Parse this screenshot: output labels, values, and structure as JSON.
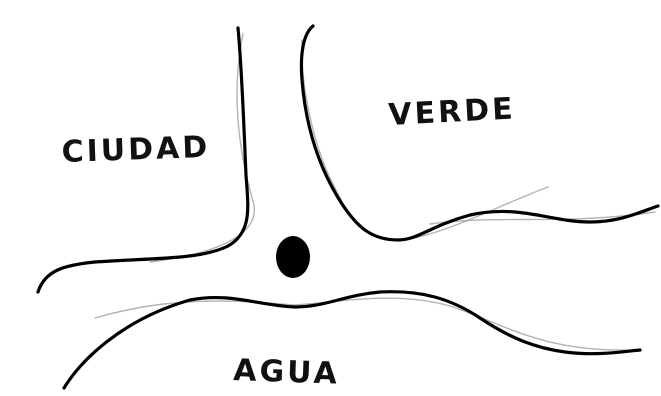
{
  "labels": {
    "city": "CIUDAD",
    "green": "VERDE",
    "water": "AGUA"
  },
  "colors": {
    "ink": "#000000",
    "pencil": "#9a9a9a",
    "background": "#ffffff"
  }
}
